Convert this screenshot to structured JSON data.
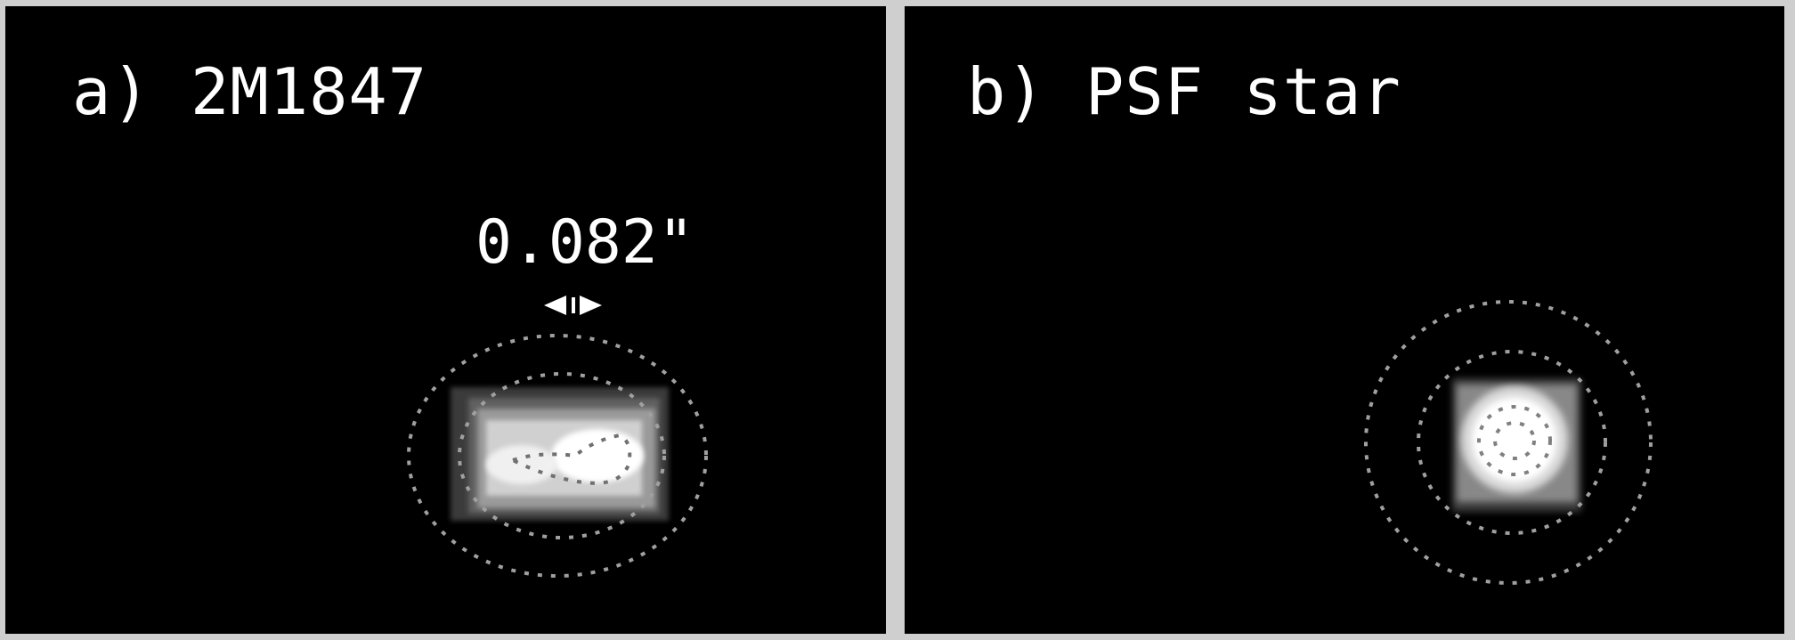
{
  "panels": [
    {
      "label": "a) 2M1847",
      "scale_label": "0.082\""
    },
    {
      "label": "b) PSF star"
    }
  ],
  "colors": {
    "background": "#000000",
    "frame": "#cfcfcf",
    "contour": "#a0a0a0",
    "text": "#ffffff"
  }
}
